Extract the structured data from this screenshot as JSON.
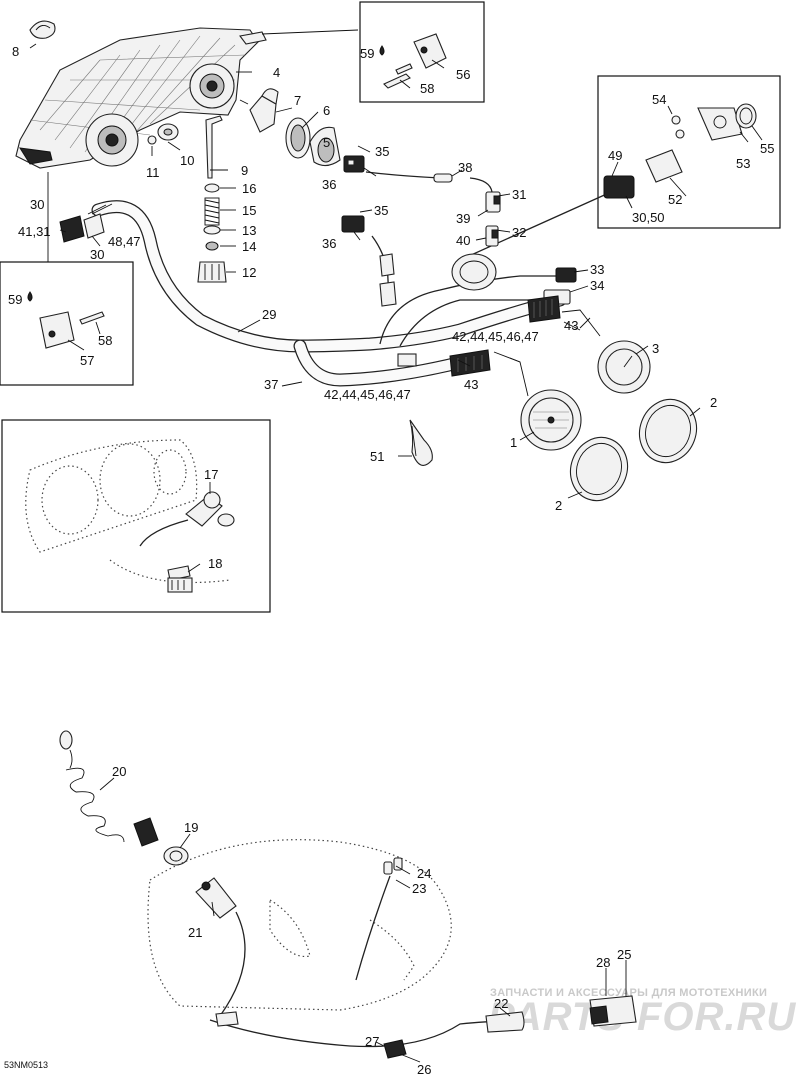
{
  "diagram": {
    "code": "53NM0513",
    "watermark": {
      "tagline": "ЗАПЧАСТИ И АКСЕССУАРЫ ДЛЯ МОТОТЕХНИКИ",
      "brand": "PARTS FOR.RU"
    },
    "labels": {
      "p1": "1",
      "p2a": "2",
      "p2b": "2",
      "p3": "3",
      "p4": "4",
      "p5": "5",
      "p6": "6",
      "p7": "7",
      "p8": "8",
      "p9": "9",
      "p10": "10",
      "p11": "11",
      "p12": "12",
      "p13": "13",
      "p14": "14",
      "p15": "15",
      "p16": "16",
      "p17": "17",
      "p18": "18",
      "p19": "19",
      "p20": "20",
      "p21": "21",
      "p22": "22",
      "p23": "23",
      "p24": "24",
      "p25": "25",
      "p26": "26",
      "p27": "27",
      "p28": "28",
      "p29": "29",
      "p30a": "30",
      "p30b": "30",
      "p4131": "41,31",
      "p4847": "48,47",
      "p31": "31",
      "p32": "32",
      "p33": "33",
      "p34": "34",
      "p35a": "35",
      "p35b": "35",
      "p36a": "36",
      "p36b": "36",
      "p37": "37",
      "p38": "38",
      "p39": "39",
      "p40": "40",
      "p42a": "42,44,45,46,47",
      "p42b": "42,44,45,46,47",
      "p43a": "43",
      "p43b": "43",
      "p49": "49",
      "p3050": "30,50",
      "p51": "51",
      "p52": "52",
      "p53": "53",
      "p54": "54",
      "p55": "55",
      "p56": "56",
      "p57": "57",
      "p58a": "58",
      "p58b": "58",
      "p59a": "59",
      "p59b": "59"
    }
  }
}
